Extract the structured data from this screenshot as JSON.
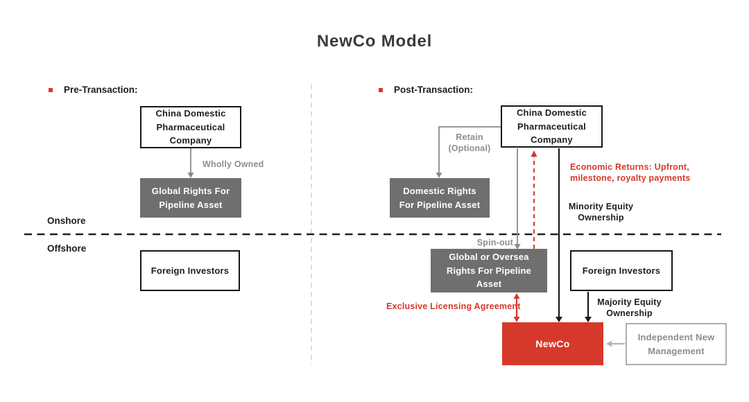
{
  "title": "NewCo Model",
  "zones": {
    "onshore": "Onshore",
    "offshore": "Offshore"
  },
  "pre": {
    "heading": "Pre-Transaction:",
    "china_company": "China Domestic Pharmaceutical Company",
    "global_rights": "Global Rights For Pipeline Asset",
    "foreign_investors": "Foreign Investors",
    "wholly_owned_label": "Wholly Owned"
  },
  "post": {
    "heading": "Post-Transaction:",
    "china_company": "China Domestic Pharmaceutical Company",
    "domestic_rights": "Domestic Rights For Pipeline Asset",
    "global_oversea_rights": "Global or Oversea Rights For Pipeline Asset",
    "foreign_investors": "Foreign Investors",
    "newco": "NewCo",
    "independent_management": "Independent New Management",
    "retain_label": "Retain (Optional)",
    "spin_out_label": "Spin-out",
    "economic_returns_label": "Economic Returns: Upfront, milestone, royalty payments",
    "minority_equity_label": "Minority Equity Ownership",
    "majority_equity_label": "Majority Equity Ownership",
    "exclusive_licensing_label": "Exclusive Licensing Agreement"
  },
  "colors": {
    "accent_red": "#d6392b",
    "gray_box": "#6f6f6f",
    "gray_label": "#8e8e8e",
    "ink": "#1d1d1d",
    "light_border": "#aeaeae",
    "divider_gray": "#dcdcdc"
  }
}
